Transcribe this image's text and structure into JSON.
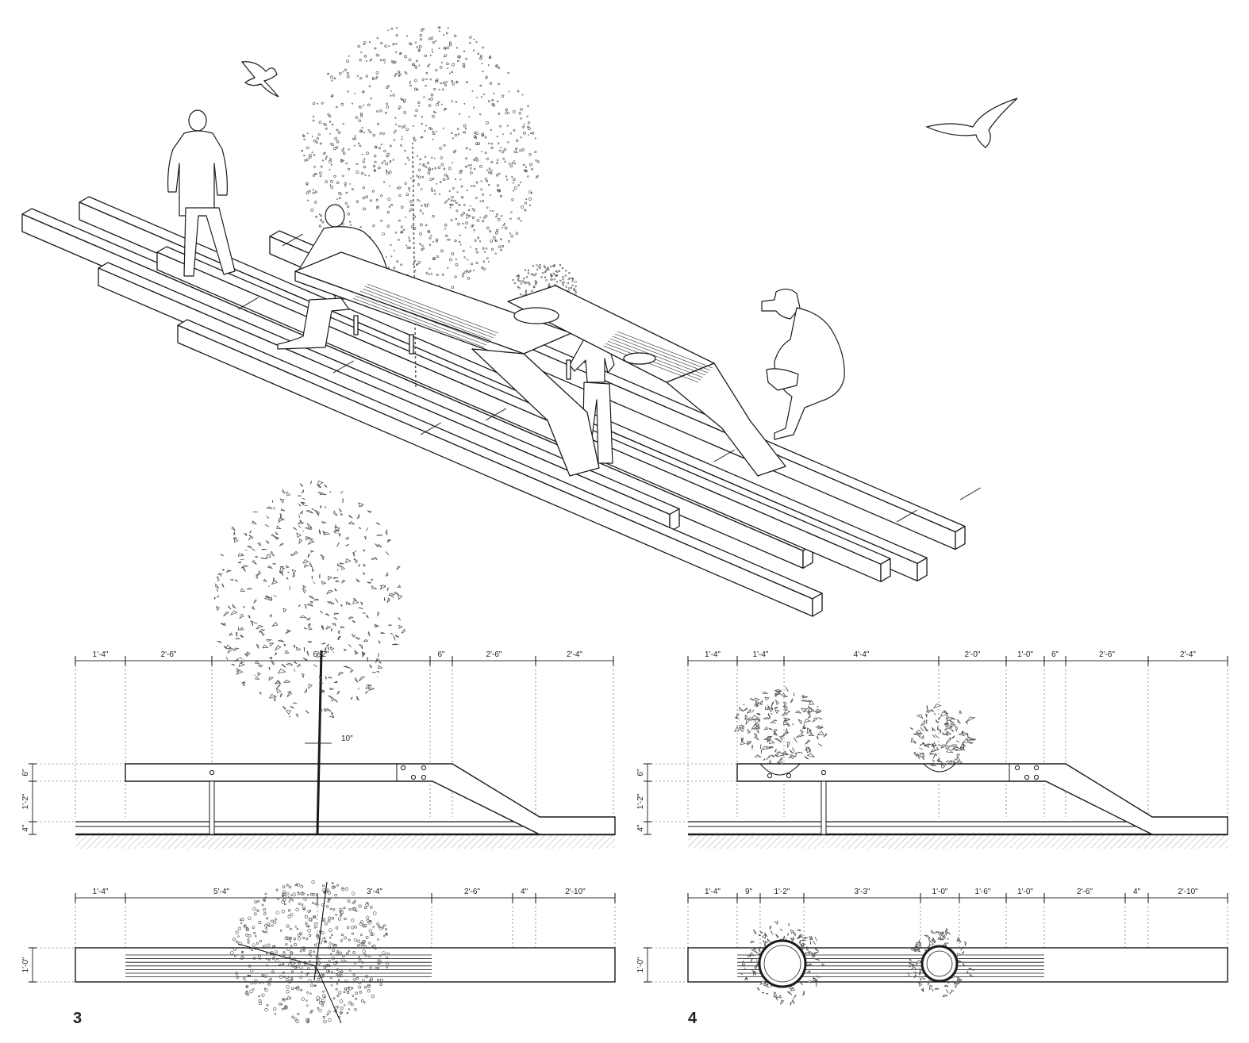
{
  "figures": [
    {
      "number": "3",
      "elevation_dims": [
        "1'-4\"",
        "2'-6\"",
        "6'-2\"",
        "6\"",
        "2'-6\"",
        "2'-4\""
      ],
      "trunk_dim": "10\"",
      "height_dims": [
        "6\"",
        "1'-2\"",
        "4\""
      ],
      "plan_dims": [
        "1'-4\"",
        "5'-4\"",
        "3'-4\"",
        "2'-6\"",
        "4\"",
        "2'-10\""
      ],
      "plan_height_dim": "1'-0\""
    },
    {
      "number": "4",
      "elevation_dims": [
        "1'-4\"",
        "1'-4\"",
        "4'-4\"",
        "2'-0\"",
        "1'-0\"",
        "6\"",
        "2'-6\"",
        "2'-4\""
      ],
      "height_dims": [
        "6\"",
        "1'-2\"",
        "4\""
      ],
      "plan_dims": [
        "1'-4\"",
        "9\"",
        "1'-2\"",
        "3'-3\"",
        "1'-0\"",
        "1'-6\"",
        "1'-0\"",
        "2'-6\"",
        "4\"",
        "2'-10\""
      ],
      "plan_height_dim": "1'-0\""
    }
  ],
  "colors": {
    "line": "#1a1a1a",
    "dim": "#333333",
    "foliage": "#444444"
  }
}
